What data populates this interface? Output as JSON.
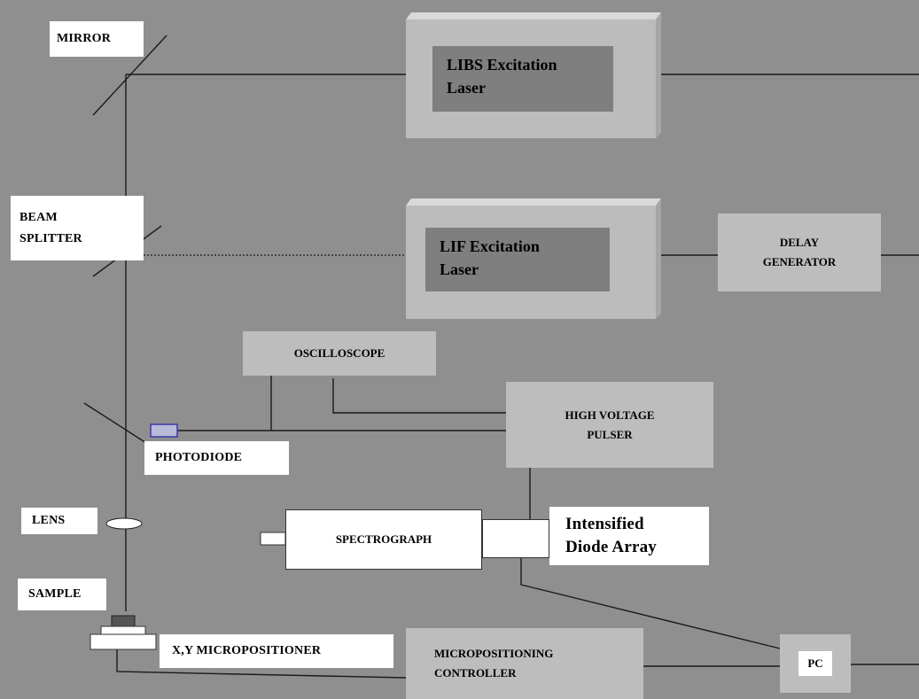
{
  "labels": {
    "mirror": "MIRROR",
    "beam_splitter_line1": "BEAM",
    "beam_splitter_line2": "SPLITTER",
    "photodiode": "PHOTODIODE",
    "lens": "LENS",
    "sample": "SAMPLE",
    "micropositioner": "X,Y MICROPOSITIONER",
    "pc": "PC",
    "diode_array_line1": "Intensified",
    "diode_array_line2": "Diode Array"
  },
  "components": {
    "libs_laser_line1": "LIBS Excitation",
    "libs_laser_line2": "Laser",
    "lif_laser_line1": "LIF Excitation",
    "lif_laser_line2": "Laser",
    "delay_line1": "DELAY",
    "delay_line2": "GENERATOR",
    "oscilloscope": "OSCILLOSCOPE",
    "pulser_line1": "HIGH VOLTAGE",
    "pulser_line2": "PULSER",
    "spectrograph": "SPECTROGRAPH",
    "controller_line1": "MICROPOSITIONING",
    "controller_line2": "CONTROLLER"
  },
  "colors": {
    "background": "#8f8f8f",
    "box_fill": "#bdbdbd",
    "laser_face": "#bcbcbc",
    "laser_inner": "#7f7f7f",
    "photodiode": "#b9b9d8",
    "photodiode_border": "#3a3aa8"
  }
}
